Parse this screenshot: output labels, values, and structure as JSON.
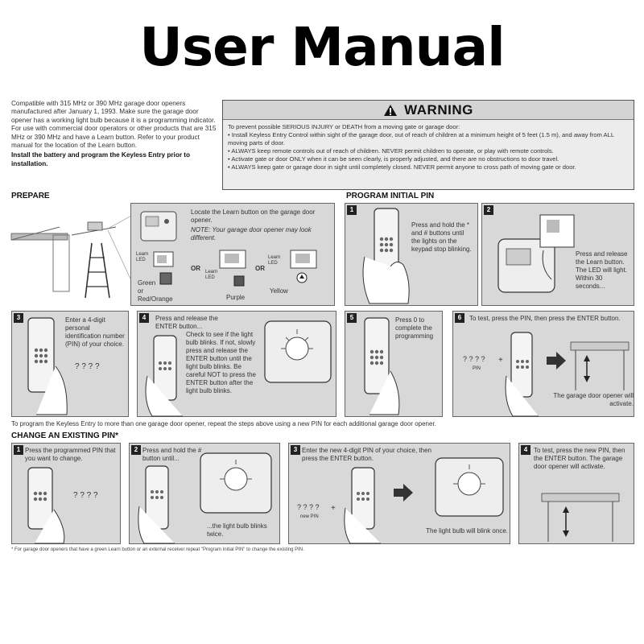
{
  "title": "User Manual",
  "intro": {
    "p1": "Compatible with 315 MHz or 390 MHz garage door openers manufactured after January 1, 1993. Make sure the garage door opener has a working light bulb because it is a programming indicator.",
    "p2": "For use with commercial door operators or other products that are 315 MHz or 390 MHz and have a Learn button. Refer to your product manual for the location of the Learn button.",
    "p3": "Install the battery and program the Keyless Entry prior to installation."
  },
  "warning": {
    "title": "WARNING",
    "lead": "To prevent possible SERIOUS INJURY or DEATH from a moving gate or garage door:",
    "items": [
      "Install Keyless Entry Control within sight of the garage door, out of reach of children at a minimum height of 5 feet (1.5 m), and away from ALL moving parts of door.",
      "ALWAYS keep remote controls out of reach of children. NEVER permit children to operate, or play with remote controls.",
      "Activate gate or door ONLY when it can be seen clearly, is properly adjusted, and there are no obstructions to door travel.",
      "ALWAYS keep gate or garage door in sight until completely closed. NEVER permit anyone to cross path of moving gate or door."
    ]
  },
  "prepare": {
    "heading": "PREPARE",
    "text": "Locate the Learn button on the garage door opener.",
    "note": "NOTE: Your garage door opener may look different.",
    "learn_led": "Learn LED",
    "learn": "Learn",
    "led": "LED",
    "or": "OR",
    "green": "Green",
    "or_line": "or",
    "red_orange": "Red/Orange",
    "purple": "Purple",
    "yellow": "Yellow"
  },
  "program": {
    "heading": "PROGRAM INITIAL PIN",
    "step1": "Press and hold the * and # buttons until the lights on the keypad stop blinking.",
    "step2": "Press and release the Learn button. The LED will light. Within 30 seconds...",
    "step3": "Enter a 4-digit personal identification number (PIN) of your choice.",
    "step4a": "Press and release the ENTER button...",
    "step4b": "Check to see if the light bulb blinks. If not, slowly press and release the ENTER button until the light bulb blinks. Be careful NOT to press the ENTER button after the light bulb blinks.",
    "step5": "Press 0 to complete the programming",
    "step6": "To test, press the PIN, then press the ENTER button.",
    "step6b": "The garage door opener will activate.",
    "pin": "PIN",
    "pin_digits": "? ? ? ?",
    "plus": "+",
    "repeat": "To program the Keyless Entry to more than one garage door opener, repeat the steps above using a new PIN for each additional garage door opener."
  },
  "change": {
    "heading": "CHANGE AN EXISTING PIN*",
    "step1": "Press the programmed PIN that you want to change.",
    "step2": "Press and hold the # button until...",
    "step2b": "...the light bulb blinks twice.",
    "step3": "Enter the new 4-digit PIN of your choice, then press the ENTER button.",
    "step3b": "The light bulb will blink once.",
    "new_pin": "new PIN",
    "step4": "To test, press the new PIN, then the ENTER button. The garage door opener will activate.",
    "footnote": "* For garage door openers that have a green Learn button or an external receiver repeat \"Program Initial PIN\" to change the existing PIN."
  },
  "steps": [
    "1",
    "2",
    "3",
    "4",
    "5",
    "6"
  ]
}
